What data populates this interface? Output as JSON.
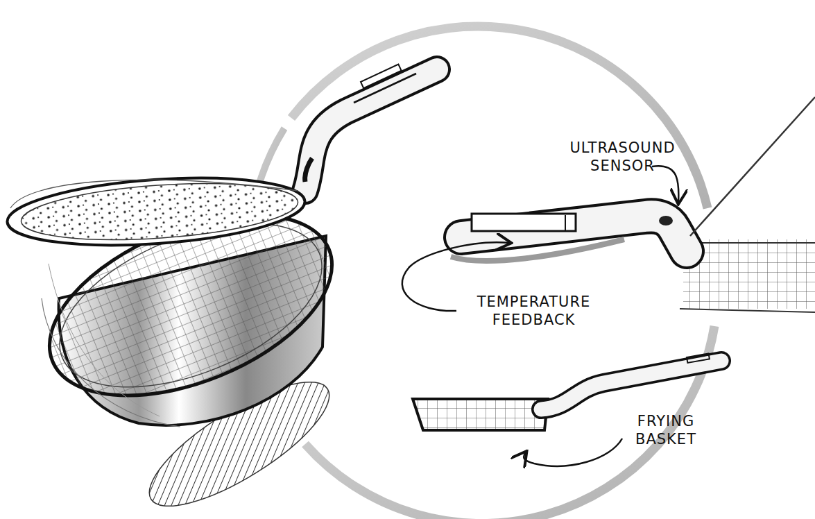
{
  "diagram": {
    "labels": [
      "ULTRASOUND SENSOR",
      "TEMPERATURE FEEDBACK",
      "FRYING BASKET"
    ]
  }
}
